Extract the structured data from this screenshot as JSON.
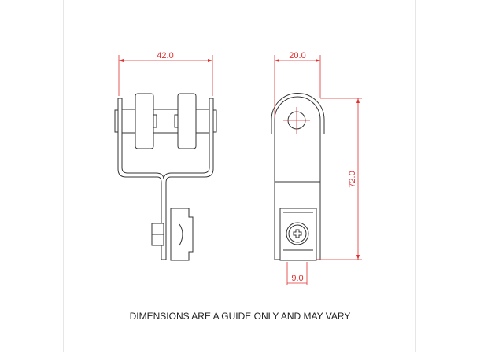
{
  "front_view": {
    "width_dimension": "42.0"
  },
  "side_view": {
    "width_dimension": "20.0",
    "height_dimension": "72.0",
    "clamp_dimension": "9.0"
  },
  "note": "DIMENSIONS ARE A GUIDE ONLY AND MAY VARY",
  "colors": {
    "dimension": "#e03030",
    "outline": "#333333"
  }
}
